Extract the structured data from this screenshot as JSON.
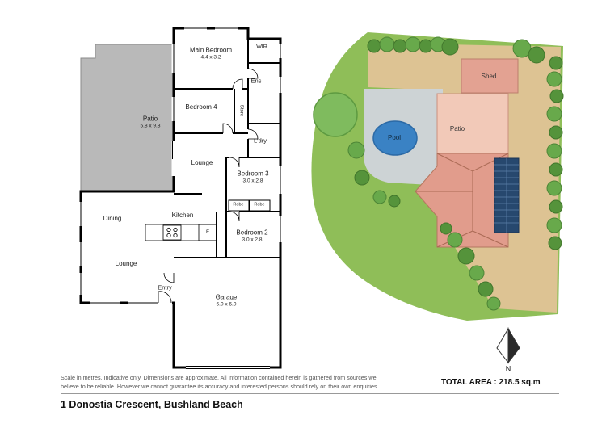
{
  "footer": {
    "disclaimer_line1": "Scale in metres. Indicative only. Dimensions are approximate. All information contained herein is gathered from sources we",
    "disclaimer_line2": "believe to be reliable. However we cannot guarantee its accuracy and interested persons should rely on their own enquiries.",
    "total_area": "TOTAL AREA :  218.5 sq.m",
    "address": "1 Donostia Crescent, Bushland Beach"
  },
  "floorplan": {
    "main_bedroom": {
      "name": "Main Bedroom",
      "dims": "4.4 x 3.2"
    },
    "wir": {
      "name": "WIR"
    },
    "ens": {
      "name": "Ens"
    },
    "bedroom4": {
      "name": "Bedroom 4"
    },
    "store": {
      "name": "Store"
    },
    "patio": {
      "name": "Patio",
      "dims": "5.8 x 9.8"
    },
    "laundry": {
      "name": "L'dry"
    },
    "lounge_upper": {
      "name": "Lounge"
    },
    "bedroom3": {
      "name": "Bedroom 3",
      "dims": "3.0 x 2.8"
    },
    "kitchen": {
      "name": "Kitchen"
    },
    "dining": {
      "name": "Dining"
    },
    "robe_left": {
      "name": "Robe"
    },
    "robe_right": {
      "name": "Robe"
    },
    "bedroom2": {
      "name": "Bedroom 2",
      "dims": "3.0 x 2.8"
    },
    "lounge_lower": {
      "name": "Lounge"
    },
    "entry": {
      "name": "Entry"
    },
    "garage": {
      "name": "Garage",
      "dims": "6.0 x 6.0"
    },
    "fridge": {
      "name": "F"
    }
  },
  "siteplan": {
    "pool": "Pool",
    "patio": "Patio",
    "shed": "Shed",
    "north": "N"
  },
  "colors": {
    "patio_gray": "#b9b9b9",
    "lawn": "#8fbe58",
    "sand": "#ddc393",
    "concrete": "#cdd3d5",
    "pool": "#3a82c4",
    "roof": "#e19c8c",
    "roof_light": "#f2c9b8",
    "shed": "#e3a292",
    "solar": "#27486e"
  }
}
